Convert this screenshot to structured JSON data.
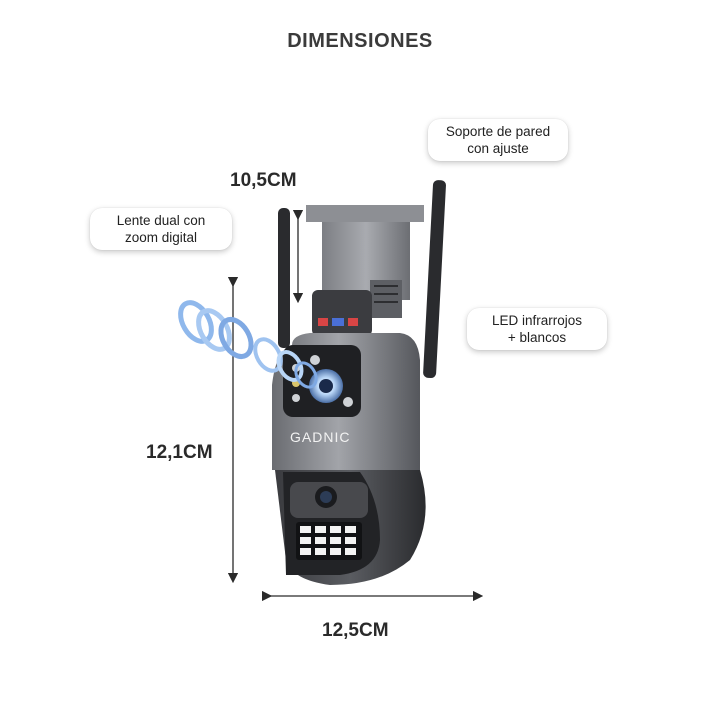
{
  "title": "DIMENSIONES",
  "dimensions": {
    "height_top": "10,5CM",
    "height_body": "12,1CM",
    "width": "12,5CM"
  },
  "callouts": {
    "wall_mount": [
      "Soporte de pared",
      "con ajuste"
    ],
    "dual_lens": [
      "Lente dual con",
      "zoom digital"
    ],
    "led": [
      "LED infrarrojos",
      "+ blancos"
    ]
  },
  "brand": "GADNIC",
  "colors": {
    "body_dark": "#2f3034",
    "body_mid": "#5b5d62",
    "body_light": "#9a9ca1",
    "lens_blue": "#9fc3f0",
    "led_white": "#f3f3f3"
  }
}
